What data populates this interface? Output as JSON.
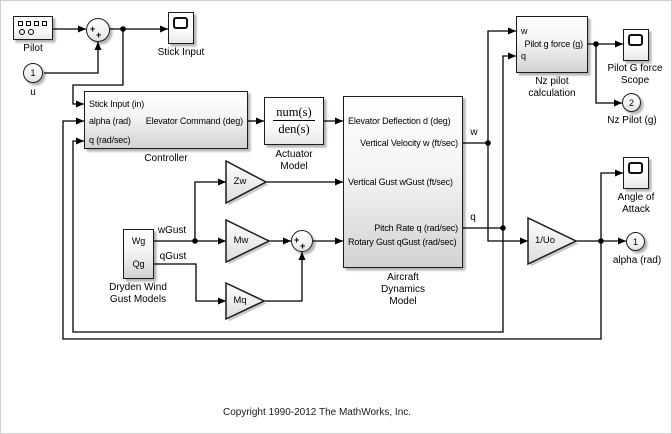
{
  "diagram": {
    "copyright": "Copyright 1990-2012 The MathWorks, Inc.",
    "colors": {
      "background": "#ffffff",
      "wire": "#000000",
      "block_border": "#1c1c1c",
      "block_fill_top": "#ffffff",
      "block_fill_bottom": "#d2d2d2",
      "shadow": "#c9c9c9"
    }
  },
  "blocks": {
    "pilot": {
      "label": "Pilot"
    },
    "sum1": {
      "sign_left": "+",
      "sign_bottom": "+"
    },
    "stick_scope": {
      "label": "Stick Input"
    },
    "inport_u": {
      "number": "1",
      "label": "u"
    },
    "controller": {
      "label": "Controller",
      "input_stick": "Stick Input (in)",
      "input_alpha": "alpha (rad)",
      "input_q": "q (rad/sec)",
      "output_elevator": "Elevator Command (deg)"
    },
    "actuator": {
      "numerator": "num(s)",
      "denominator": "den(s)",
      "label_lines": [
        "Actuator",
        "Model"
      ]
    },
    "aircraft": {
      "label_lines": [
        "Aircraft",
        "Dynamics",
        "Model"
      ],
      "input_elevator": "Elevator Deflection d (deg)",
      "output_w": "Vertical Velocity w (ft/sec)",
      "input_wgust": "Vertical Gust wGust (ft/sec)",
      "output_q": "Pitch Rate q (rad/sec)",
      "input_qgust": "Rotary Gust qGust (rad/sec)"
    },
    "nz_pilot": {
      "label_lines": [
        "Nz pilot",
        "calculation"
      ],
      "input_w": "w",
      "input_q": "q",
      "output": "Pilot g force (g)"
    },
    "pilot_g_scope": {
      "label_lines": [
        "Pilot G force",
        "Scope"
      ]
    },
    "outport_nz": {
      "number": "2",
      "label": "Nz Pilot (g)"
    },
    "aoa_scope": {
      "label_lines": [
        "Angle of",
        "Attack"
      ]
    },
    "gain_uo": {
      "label": "1/Uo"
    },
    "outport_alpha": {
      "number": "1",
      "label": "alpha (rad)"
    },
    "dryden": {
      "label_lines": [
        "Dryden Wind",
        "Gust Models"
      ],
      "output_wg": "Wg",
      "output_qg": "Qg"
    },
    "gain_zw": {
      "label": "Zw"
    },
    "gain_mw": {
      "label": "Mw"
    },
    "gain_mq": {
      "label": "Mq"
    },
    "sum2": {
      "sign_left": "+",
      "sign_bottom": "+"
    }
  },
  "signal_labels": {
    "w": "w",
    "q": "q",
    "wgust": "wGust",
    "qgust": "qGust"
  }
}
